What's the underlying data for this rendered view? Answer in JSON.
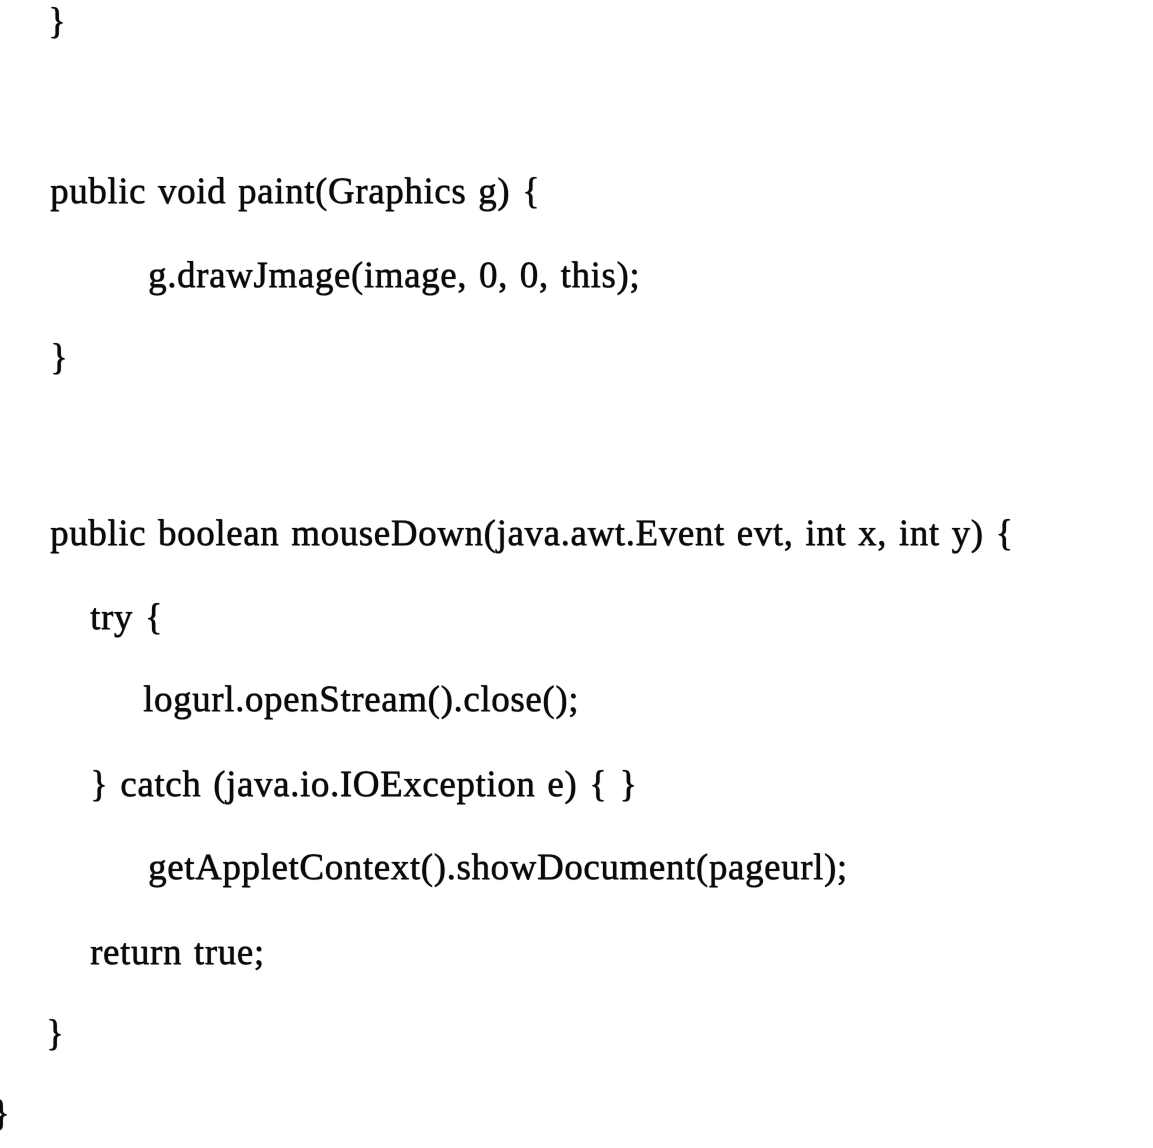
{
  "page": {
    "background_color": "#ffffff",
    "ink_color": "#0b0b0b"
  },
  "document": {
    "lines": [
      {
        "text": "}"
      },
      {
        "text": "public void paint(Graphics g) {"
      },
      {
        "text": "g.drawJmage(image, 0, 0, this);"
      },
      {
        "text": "}"
      },
      {
        "text": "public boolean mouseDown(java.awt.Event evt, int x, int y) {"
      },
      {
        "text": "try {"
      },
      {
        "text": "logurl.openStream().close();"
      },
      {
        "text": "} catch (java.io.IOException e) { }"
      },
      {
        "text": "getAppletContext().showDocument(pageurl);"
      },
      {
        "text": "return true;"
      },
      {
        "text": "}"
      },
      {
        "text": "}"
      }
    ]
  }
}
